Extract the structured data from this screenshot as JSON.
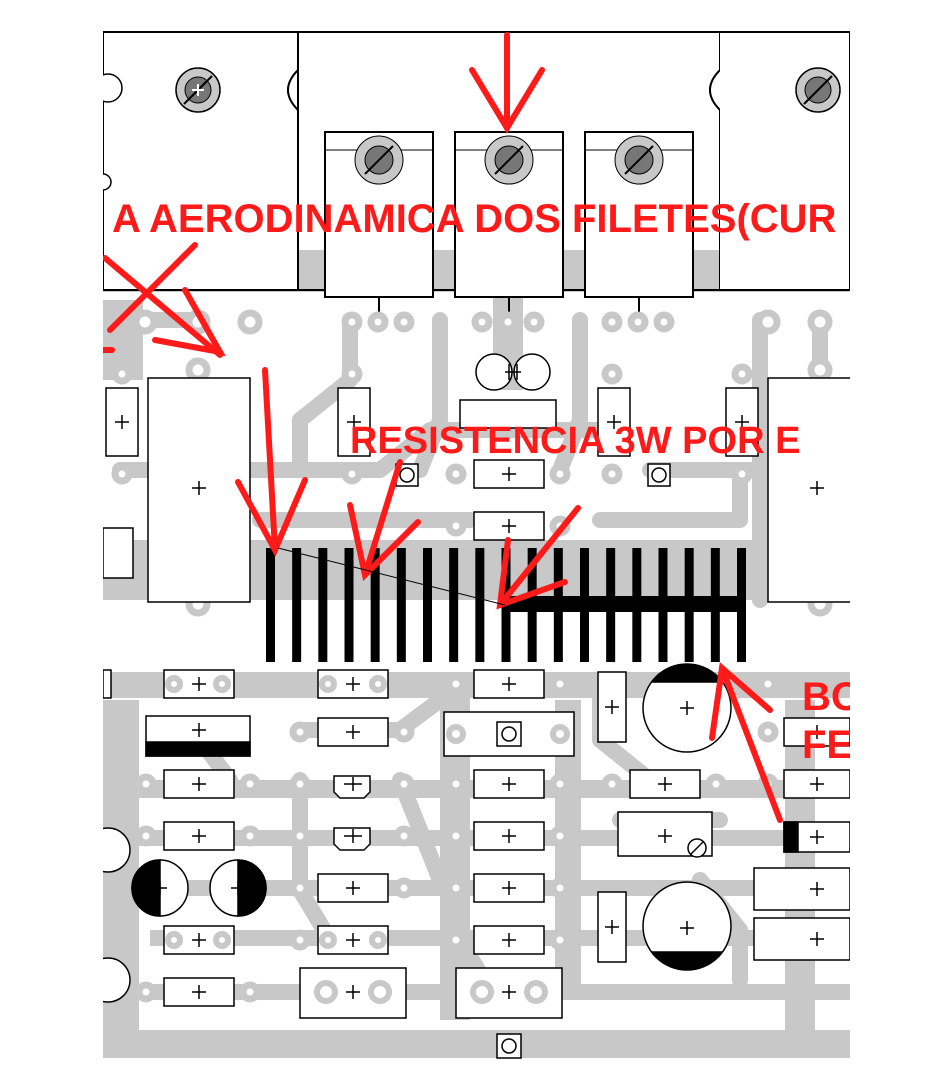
{
  "annotations": {
    "aerodinamica": "A AERODINAMICA DOS FILETES(CUR",
    "resistencia": "RESISTENCIA 3W POR E",
    "bo": "BO",
    "fe": "FE",
    "left_fragment": "L"
  },
  "colors": {
    "trace": "#c8c8c8",
    "outline": "#000000",
    "annotation": "#ff1a1a",
    "background": "#ffffff"
  },
  "components": {
    "resistor_array_bars": 19,
    "upper_transistors": 3
  }
}
